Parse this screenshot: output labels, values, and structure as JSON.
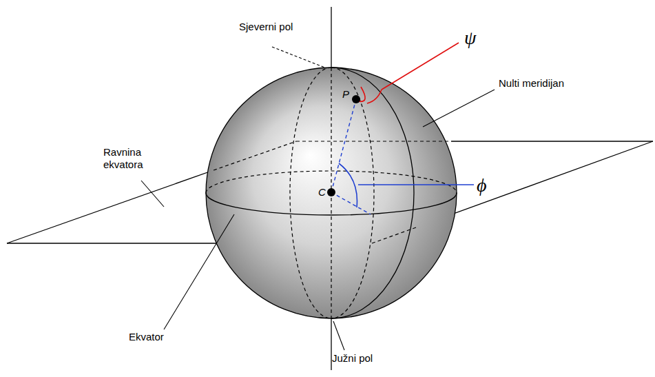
{
  "diagram": {
    "labels": [
      "Sjeverni pol",
      "ψ",
      "P",
      "Nulti meridijan",
      "Ravnina ekvatora",
      "C",
      "ϕ",
      "Ekvator",
      "Južni pol"
    ]
  }
}
